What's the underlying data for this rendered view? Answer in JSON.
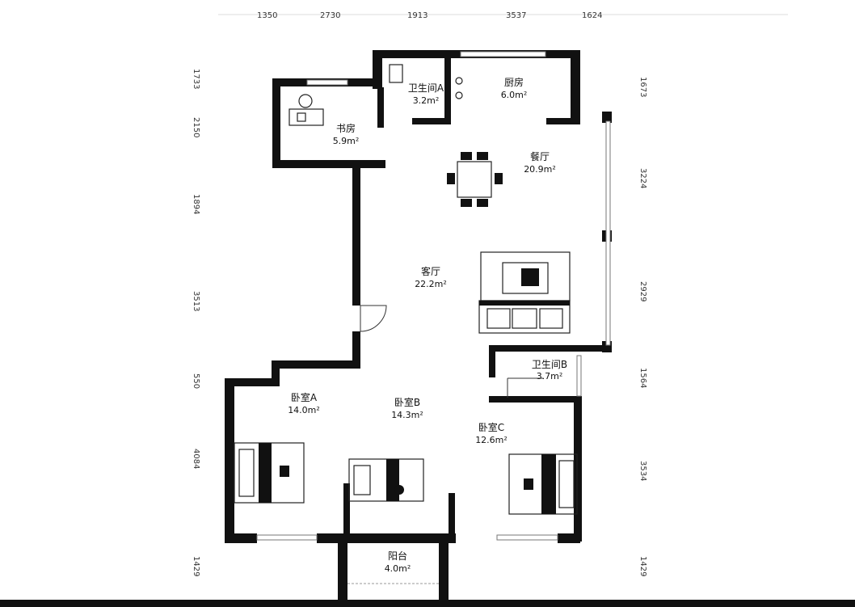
{
  "dimensions_top": [
    "1350",
    "2730",
    "1913",
    "3537",
    "1624"
  ],
  "dimensions_left": [
    "1733",
    "2150",
    "1894",
    "3513",
    "550",
    "4084",
    "1429"
  ],
  "dimensions_right": [
    "1673",
    "3224",
    "2929",
    "1564",
    "3534",
    "1429"
  ],
  "rooms": {
    "bath_a": {
      "name": "卫生间A",
      "area": "3.2m²"
    },
    "kitchen": {
      "name": "厨房",
      "area": "6.0m²"
    },
    "study": {
      "name": "书房",
      "area": "5.9m²"
    },
    "dining": {
      "name": "餐厅",
      "area": "20.9m²"
    },
    "living": {
      "name": "客厅",
      "area": "22.2m²"
    },
    "bath_b": {
      "name": "卫生间B",
      "area": "3.7m²"
    },
    "bed_a": {
      "name": "卧室A",
      "area": "14.0m²"
    },
    "bed_b": {
      "name": "卧室B",
      "area": "14.3m²"
    },
    "bed_c": {
      "name": "卧室C",
      "area": "12.6m²"
    },
    "balcony": {
      "name": "阳台",
      "area": "4.0m²"
    }
  }
}
